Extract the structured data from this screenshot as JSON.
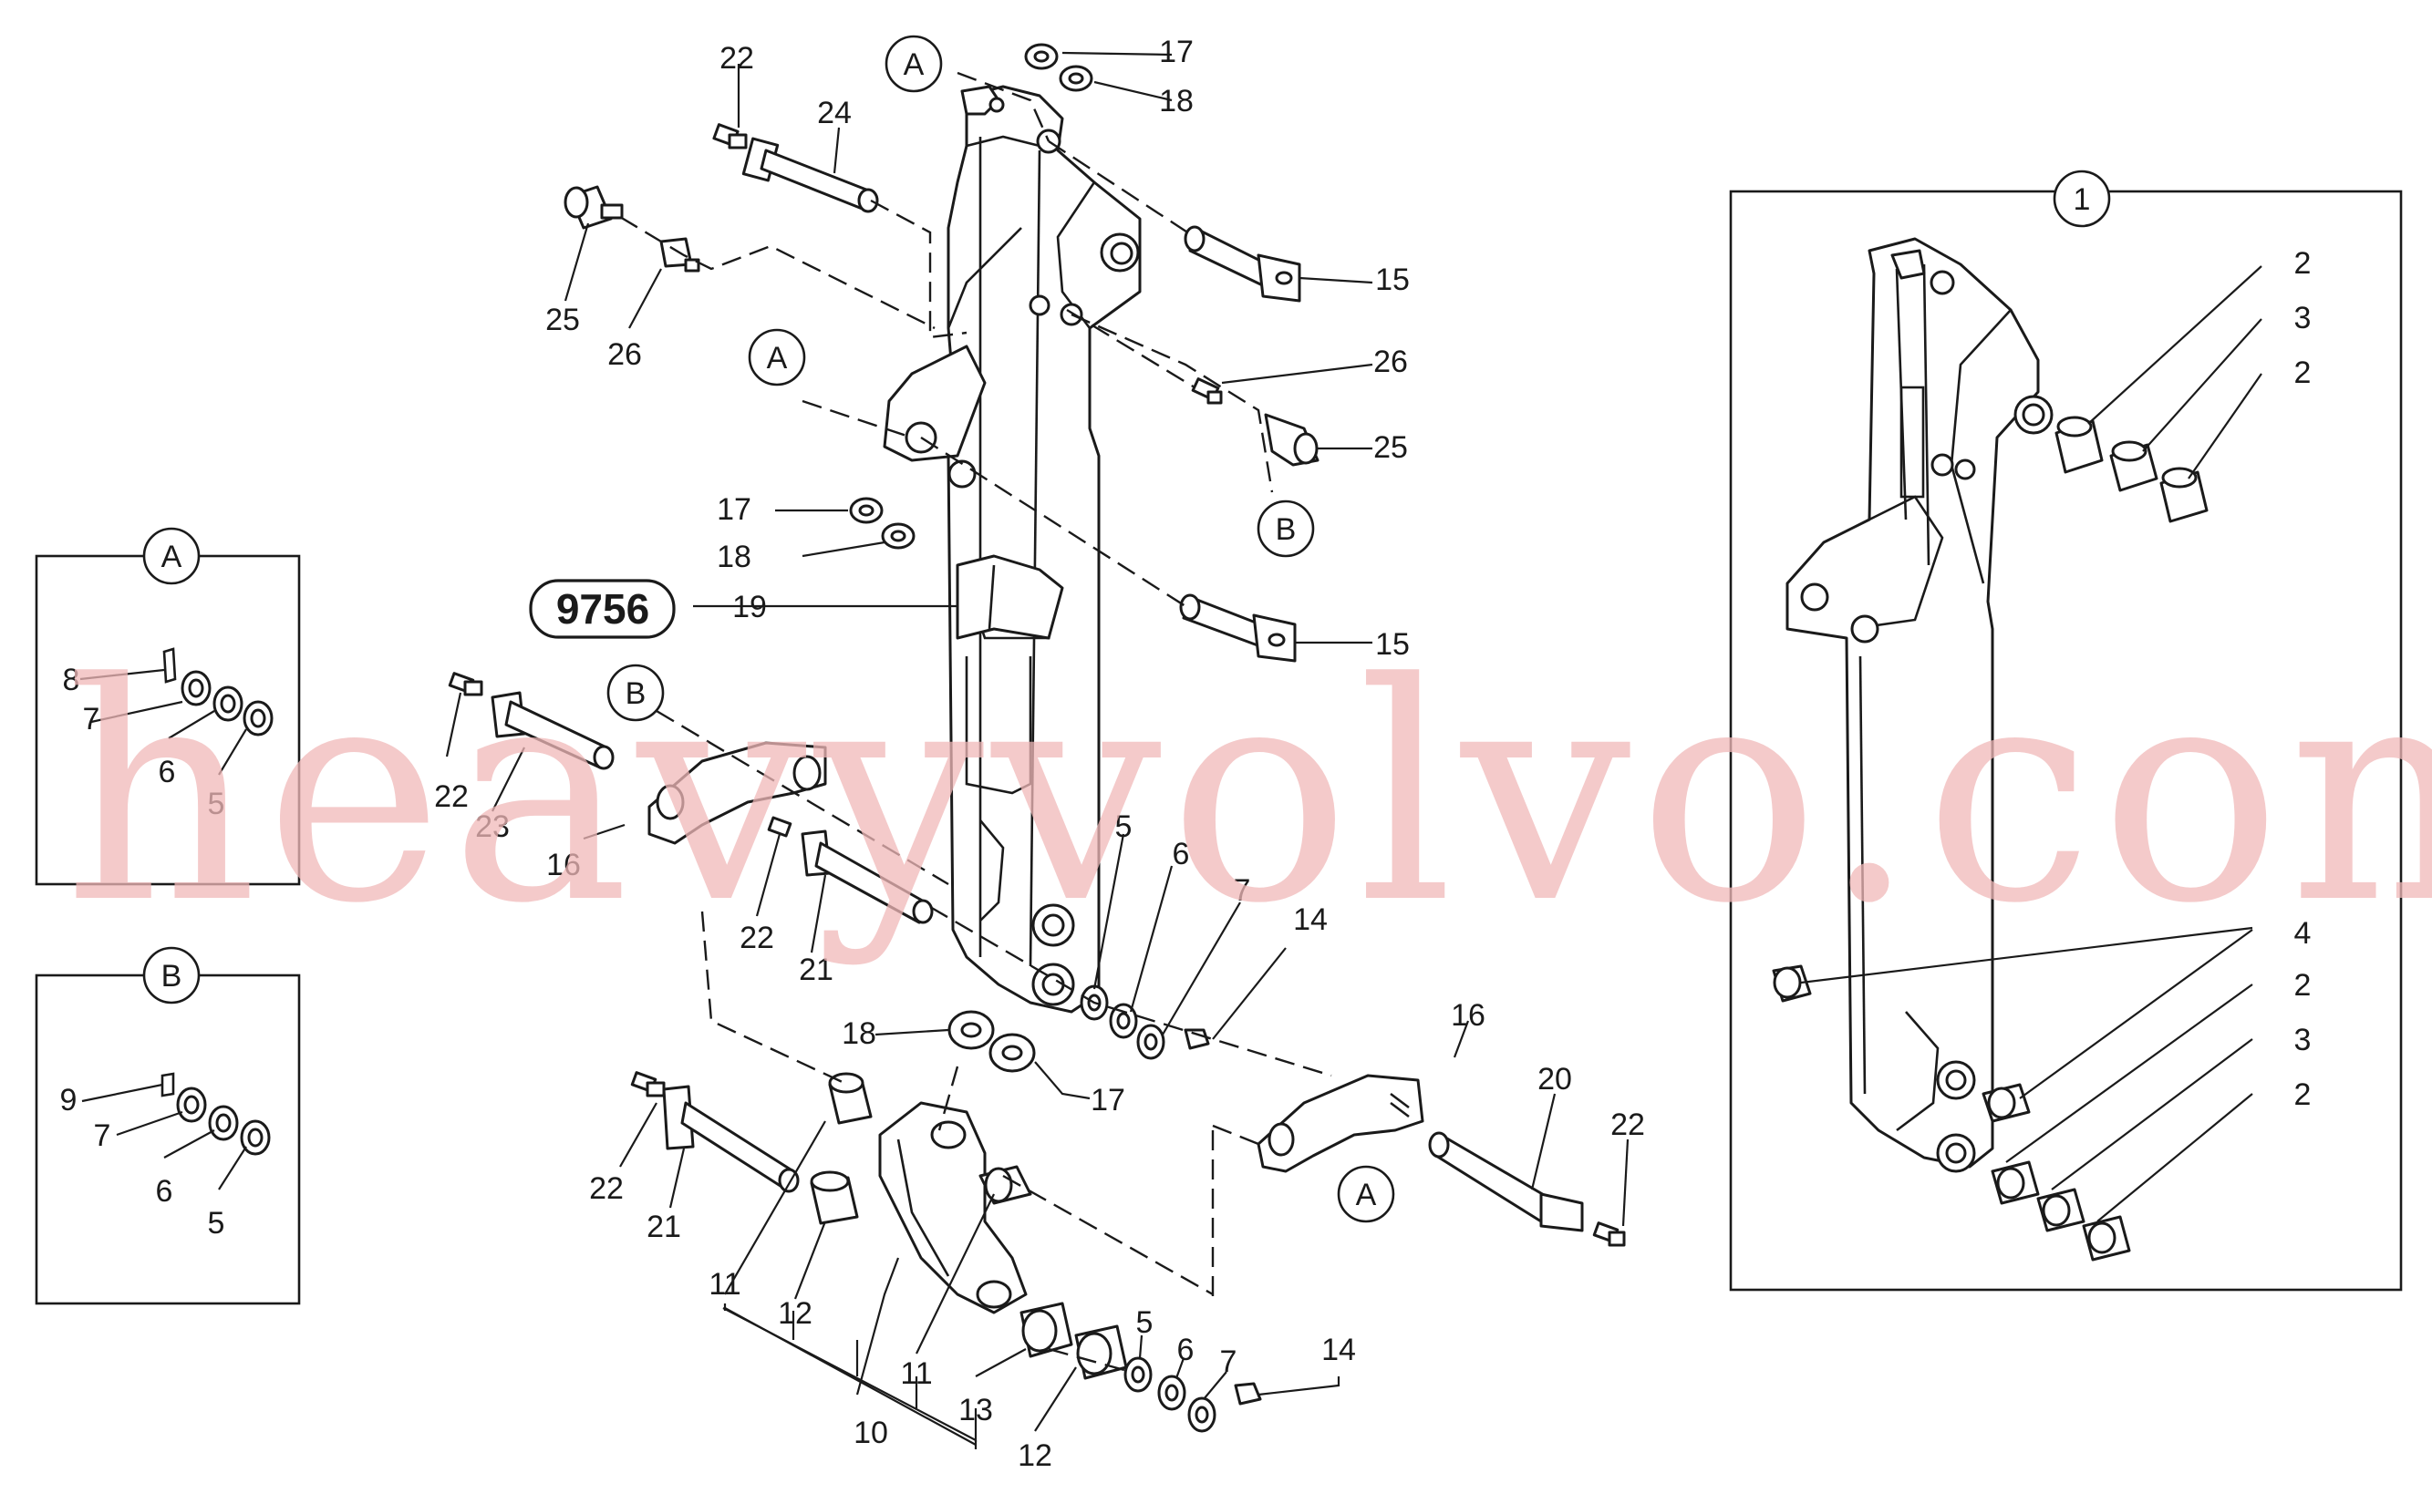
{
  "badge": "9756",
  "watermark": "heavyvolvo.com",
  "view_circles": {
    "top_a": "A",
    "mid_a": "A",
    "mid_b": "B",
    "left_b": "B",
    "low_a": "A",
    "inset_a": "A",
    "inset_b": "B",
    "detail_1": "1"
  },
  "callouts": [
    {
      "id": "c22a",
      "text": "22"
    },
    {
      "id": "c24",
      "text": "24"
    },
    {
      "id": "c17a",
      "text": "17"
    },
    {
      "id": "c18a",
      "text": "18"
    },
    {
      "id": "c15a",
      "text": "15"
    },
    {
      "id": "c25a",
      "text": "25"
    },
    {
      "id": "c26a",
      "text": "26"
    },
    {
      "id": "c26b",
      "text": "26"
    },
    {
      "id": "c25b",
      "text": "25"
    },
    {
      "id": "c17b",
      "text": "17"
    },
    {
      "id": "c18b",
      "text": "18"
    },
    {
      "id": "c19",
      "text": "19"
    },
    {
      "id": "c15b",
      "text": "15"
    },
    {
      "id": "c22b",
      "text": "22"
    },
    {
      "id": "c23",
      "text": "23"
    },
    {
      "id": "c16a",
      "text": "16"
    },
    {
      "id": "c22c",
      "text": "22"
    },
    {
      "id": "c21a",
      "text": "21"
    },
    {
      "id": "c5a",
      "text": "5"
    },
    {
      "id": "c6a",
      "text": "6"
    },
    {
      "id": "c7a",
      "text": "7"
    },
    {
      "id": "c14a",
      "text": "14"
    },
    {
      "id": "c16b",
      "text": "16"
    },
    {
      "id": "c20",
      "text": "20"
    },
    {
      "id": "c22d",
      "text": "22"
    },
    {
      "id": "c18c",
      "text": "18"
    },
    {
      "id": "c17c",
      "text": "17"
    },
    {
      "id": "c22e",
      "text": "22"
    },
    {
      "id": "c21b",
      "text": "21"
    },
    {
      "id": "c11a",
      "text": "11"
    },
    {
      "id": "c12a",
      "text": "12"
    },
    {
      "id": "c10",
      "text": "10"
    },
    {
      "id": "c11b",
      "text": "11"
    },
    {
      "id": "c13",
      "text": "13"
    },
    {
      "id": "c12b",
      "text": "12"
    },
    {
      "id": "c5b",
      "text": "5"
    },
    {
      "id": "c6b",
      "text": "6"
    },
    {
      "id": "c7b",
      "text": "7"
    },
    {
      "id": "c14b",
      "text": "14"
    },
    {
      "id": "ia8",
      "text": "8"
    },
    {
      "id": "ia7",
      "text": "7"
    },
    {
      "id": "ia6",
      "text": "6"
    },
    {
      "id": "ia5",
      "text": "5"
    },
    {
      "id": "ib9",
      "text": "9"
    },
    {
      "id": "ib7",
      "text": "7"
    },
    {
      "id": "ib6",
      "text": "6"
    },
    {
      "id": "ib5",
      "text": "5"
    },
    {
      "id": "d2a",
      "text": "2"
    },
    {
      "id": "d3a",
      "text": "3"
    },
    {
      "id": "d2b",
      "text": "2"
    },
    {
      "id": "d4",
      "text": "4"
    },
    {
      "id": "d2c",
      "text": "2"
    },
    {
      "id": "d3b",
      "text": "3"
    },
    {
      "id": "d2d",
      "text": "2"
    }
  ]
}
